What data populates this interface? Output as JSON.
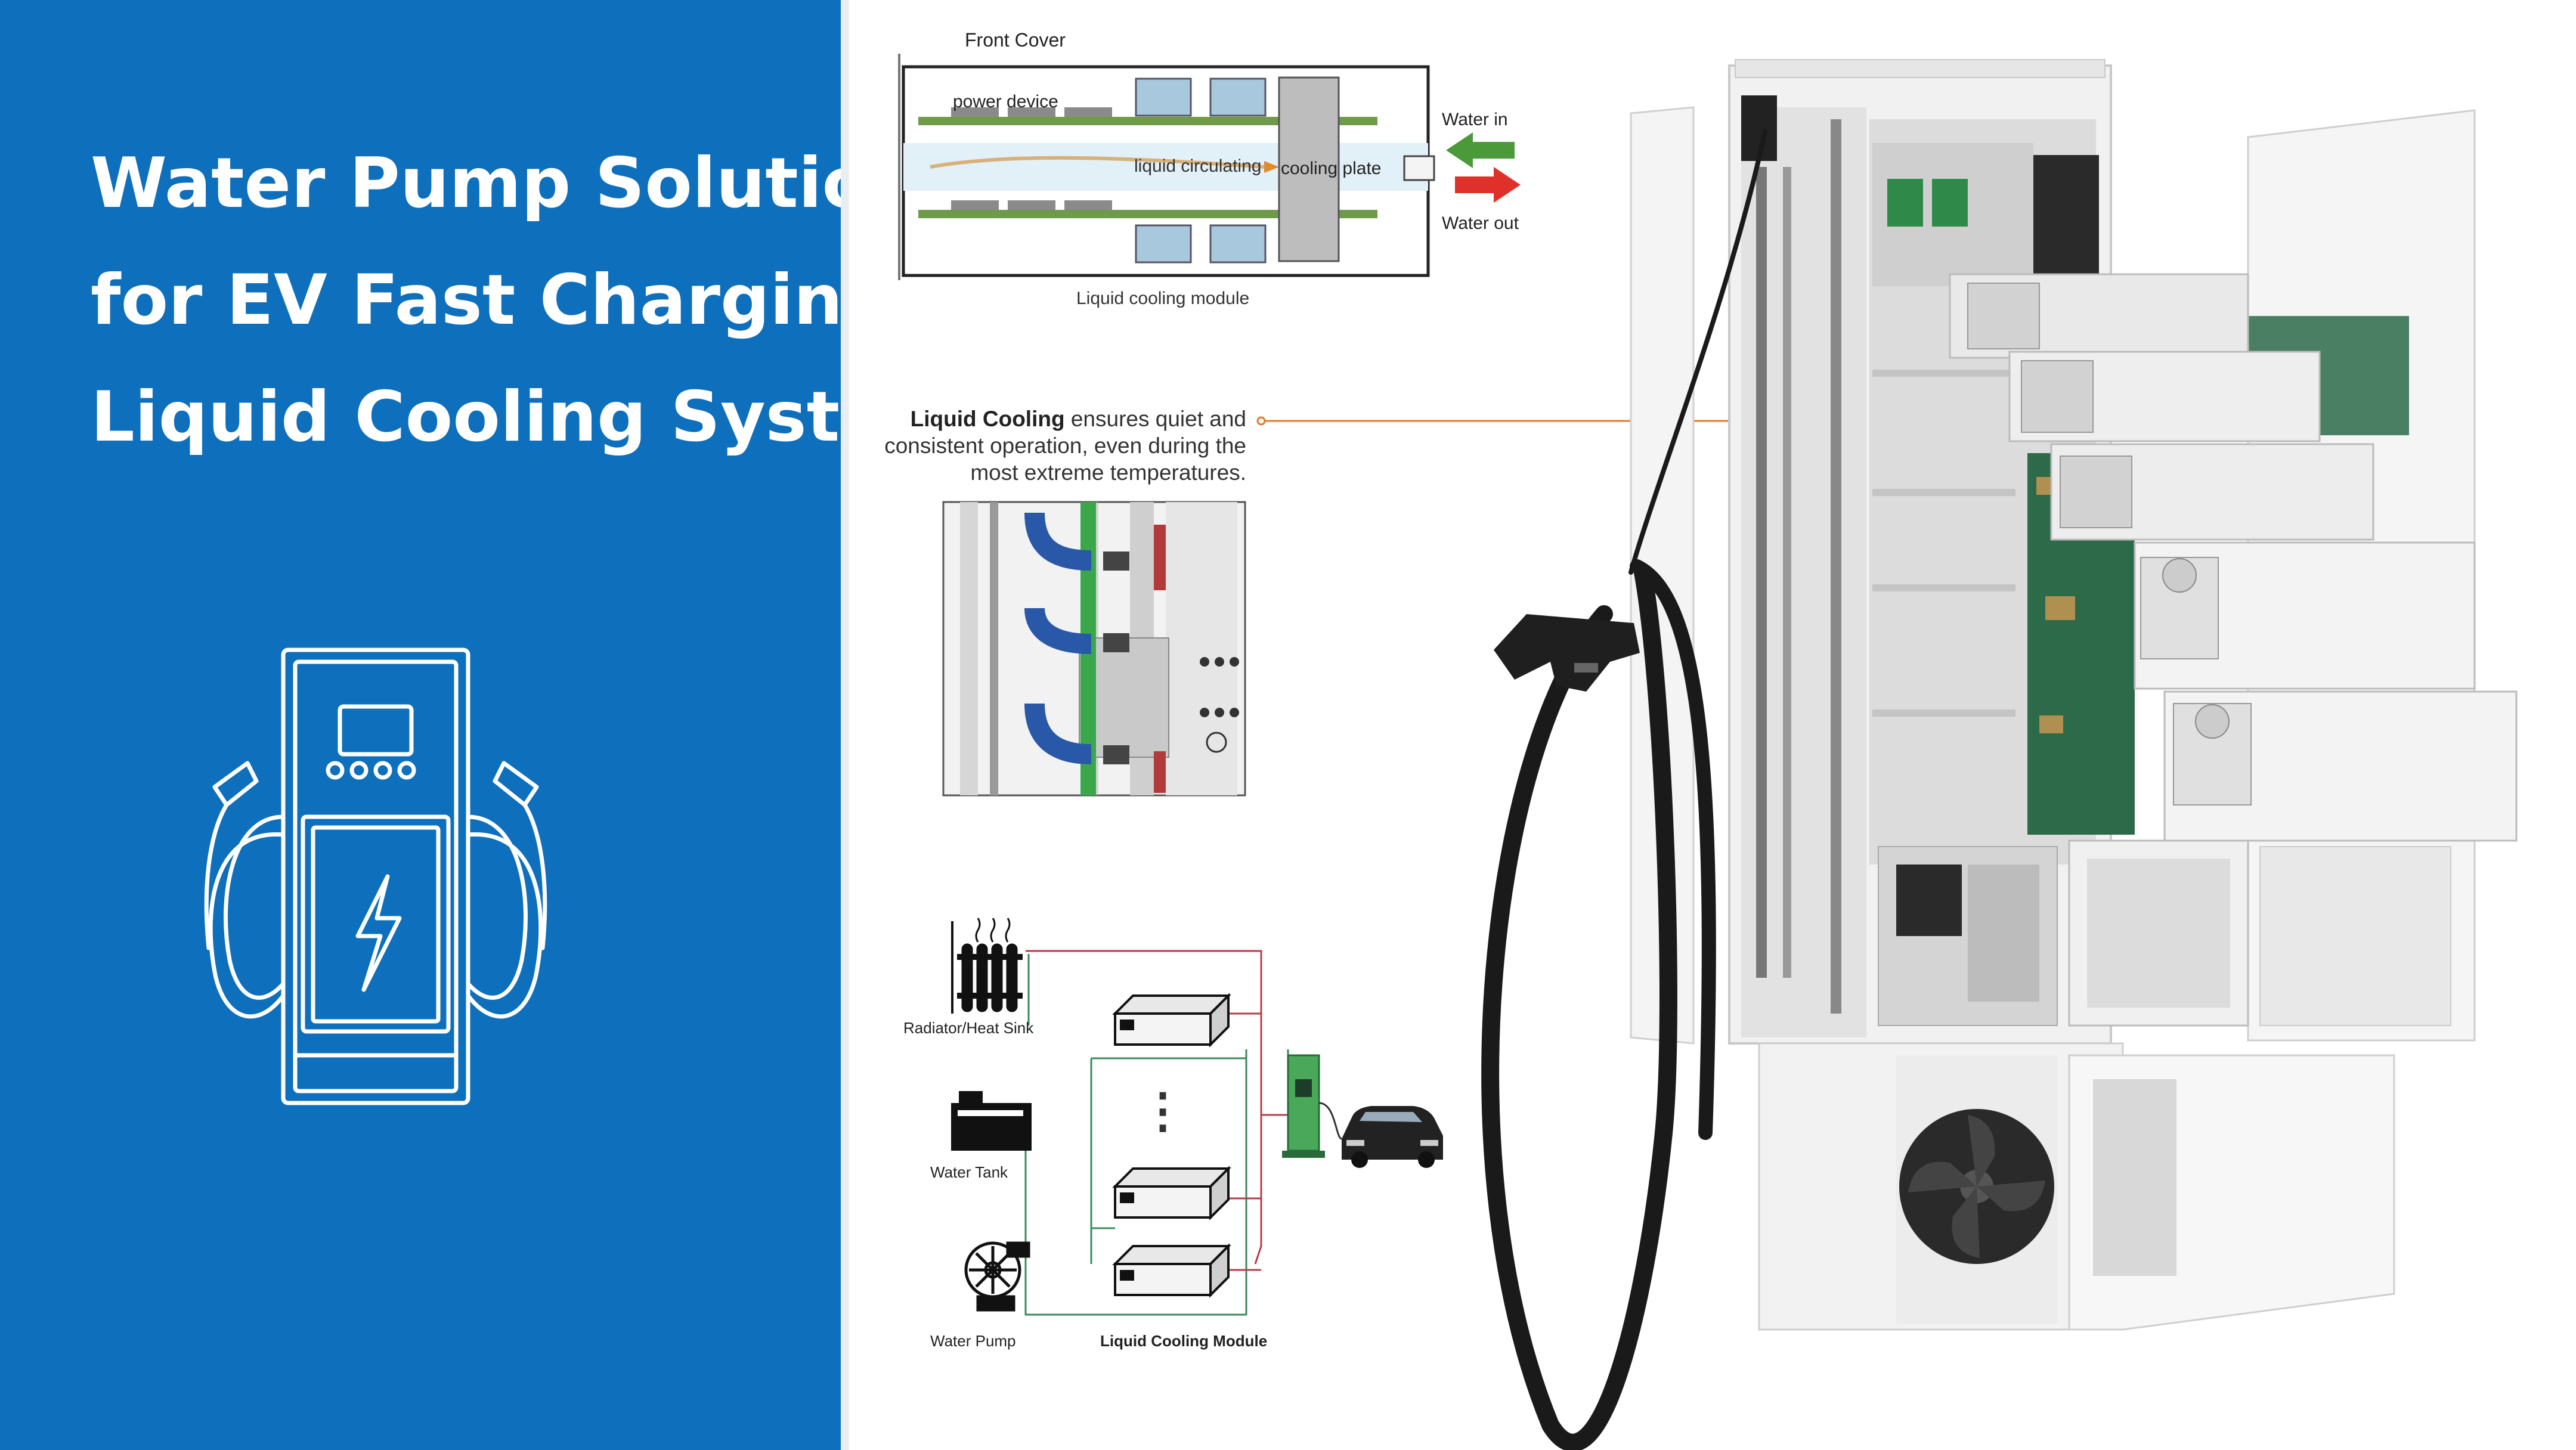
{
  "banner": {
    "title_lines": [
      "Water Pump Solution",
      "for EV Fast Charging",
      "Liquid Cooling System"
    ]
  },
  "module_diagram": {
    "front_cover": "Front Cover",
    "power_device": "power device",
    "liquid_circulating": "liquid circulating",
    "cooling_plate": "cooling plate",
    "water_in": "Water in",
    "water_out": "Water out",
    "caption": "Liquid cooling module"
  },
  "callout": {
    "bold": "Liquid Cooling",
    "rest": " ensures quiet and consistent operation,  even during the most extreme temperatures."
  },
  "system_diagram": {
    "radiator": "Radiator/Heat Sink",
    "water_tank": "Water Tank",
    "water_pump": "Water Pump",
    "modules": "Liquid Cooling Module",
    "ellipsis": "⋮"
  },
  "colors": {
    "panel_blue": "#0e6fbc",
    "arrow_green": "#4a9a3a",
    "arrow_red": "#e0302a",
    "pipe_red": "#b0404a",
    "pipe_green": "#3a8a5a",
    "callout_orange": "#e07a2a"
  },
  "icons": [
    "charger-outline-icon",
    "lightning-bolt-icon",
    "car-icon",
    "fan-icon",
    "pump-icon"
  ]
}
